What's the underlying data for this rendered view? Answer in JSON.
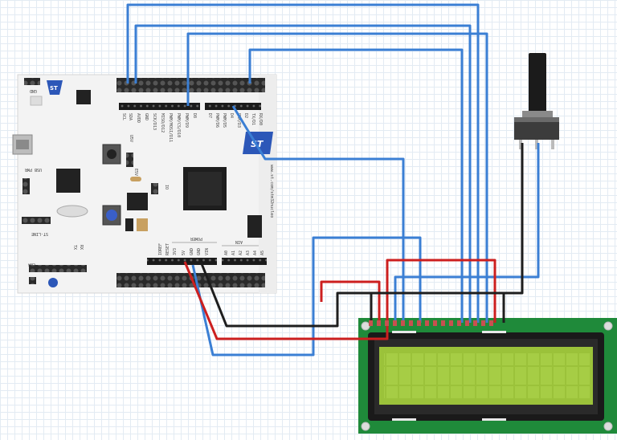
{
  "board": {
    "name_vertical": "www.st.com/stm32nucleo",
    "logo_text": "ST",
    "top_header_labels": [
      "SCL",
      "SDA",
      "AVDD",
      "GND",
      "SCK/D13",
      "MISO/D12",
      "PWM/MOSI/D11",
      "PWM/CS/D10",
      "PWM/D9",
      "D8"
    ],
    "top_header2_labels": [
      "D7",
      "PWM/D6",
      "PWM/D5",
      "D4",
      "PWM/D3",
      "D2",
      "TX/D1",
      "RX/D0"
    ],
    "left_labels": {
      "gnd": "GND",
      "usb_pwr": "USB PWR",
      "st_line": "ST-LINE",
      "cn4": "CN4",
      "tx": "TX",
      "rx": "RX"
    },
    "chip_labels": {
      "u5v": "U5V",
      "e5v": "E5V",
      "ioref": "IO"
    },
    "power_header_title": "POWER",
    "power_labels": [
      "IOREF",
      "RESET",
      "3V3",
      "5V",
      "GND",
      "GND",
      "VIN"
    ],
    "ain_header_title": "AIN",
    "ain_labels": [
      "A0",
      "A1",
      "A2",
      "A3",
      "A4",
      "A5"
    ]
  },
  "colors": {
    "wire_blue": "#3b7fd4",
    "wire_red": "#cc1f1f",
    "wire_black": "#1e1e1e",
    "board_fill": "#f3f3f3",
    "lcd_pcb": "#1f8a3a",
    "lcd_screen": "#9bc23a"
  },
  "icons": {
    "st_logo": "st-logo-icon",
    "potentiometer_knob": "potentiometer-knob-icon"
  }
}
